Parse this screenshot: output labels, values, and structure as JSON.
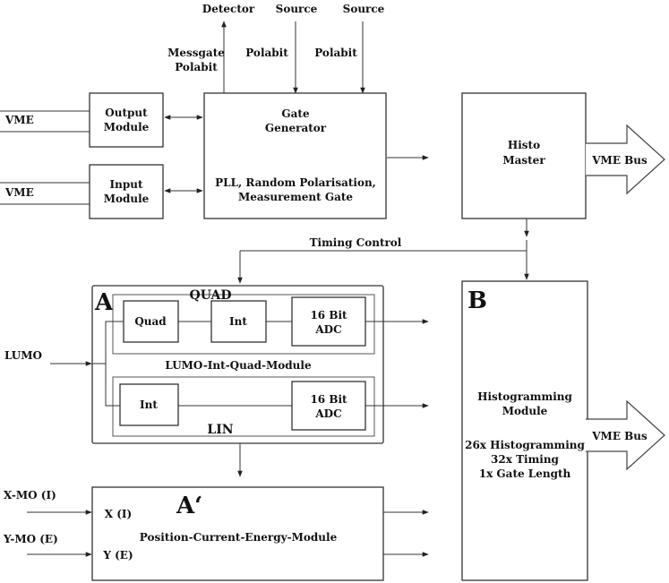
{
  "signals": {
    "detector": "Detector",
    "source1": "Source",
    "source2": "Source",
    "messgate_line1": "Messgate",
    "messgate_line2": "Polabit",
    "polabit1": "Polabit",
    "polabit2": "Polabit",
    "vme1": "VME",
    "vme2": "VME",
    "lumo": "LUMO",
    "xmo": "X-MO (I)",
    "ymo": "Y-MO (E)",
    "timing_control": "Timing Control",
    "vme_bus_top": "VME Bus",
    "vme_bus_bottom": "VME Bus"
  },
  "output_module": {
    "line1": "Output",
    "line2": "Module"
  },
  "input_module": {
    "line1": "Input",
    "line2": "Module"
  },
  "gate_generator": {
    "line1": "Gate",
    "line2": "Generator",
    "line3": "PLL, Random Polarisation,",
    "line4": "Measurement Gate"
  },
  "histo_master": {
    "line1": "Histo",
    "line2": "Master"
  },
  "module_a": {
    "letter": "A",
    "name": "LUMO-Int-Quad-Module",
    "quad_group_label": "QUAD",
    "lin_group_label": "LIN",
    "quad": "Quad",
    "int_top": "Int",
    "adc_top_line1": "16 Bit",
    "adc_top_line2": "ADC",
    "int_bottom": "Int",
    "adc_bottom_line1": "16 Bit",
    "adc_bottom_line2": "ADC"
  },
  "module_b": {
    "letter": "B",
    "line1": "Histogramming",
    "line2": "Module",
    "line3": "26x Histogramming",
    "line4": "32x Timing",
    "line5": "1x Gate Length"
  },
  "module_a_prime": {
    "letter": "A‘",
    "name": "Position-Current-Energy-Module",
    "x_label": "X (I)",
    "y_label": "Y (E)"
  }
}
